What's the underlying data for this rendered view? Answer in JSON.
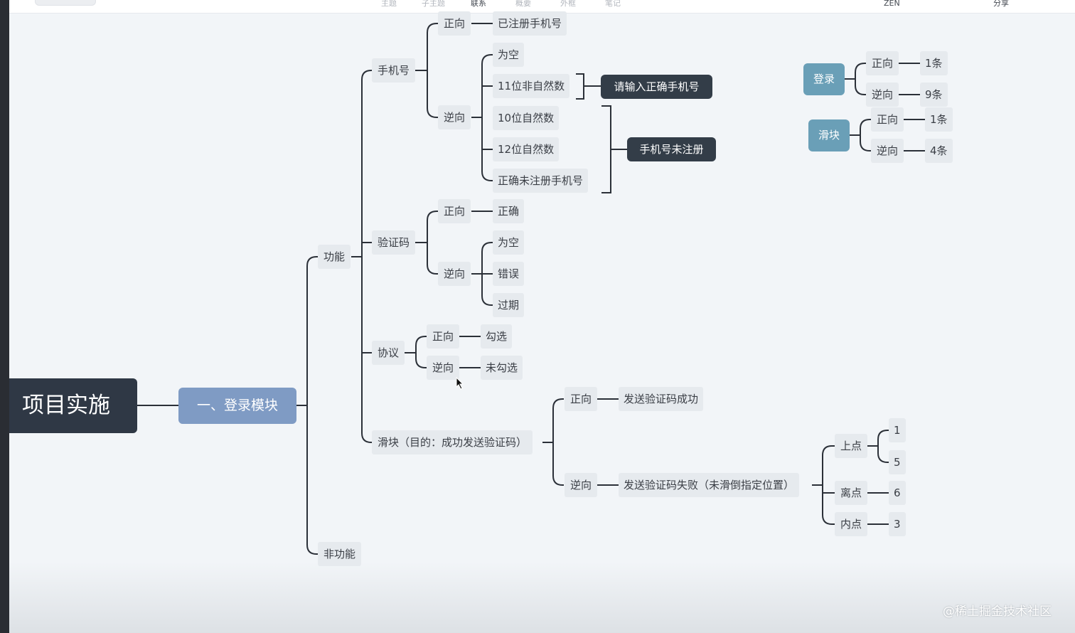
{
  "toolbar": {
    "items": [
      "主题",
      "子主题",
      "联系",
      "概要",
      "外框",
      "笔记"
    ],
    "zen": "ZEN",
    "share": "分享"
  },
  "mindmap": {
    "root": "项目实施",
    "main": "一、登录模块",
    "func": "功能",
    "nonfunc": "非功能",
    "phone": {
      "label": "手机号",
      "pos": "正向",
      "pos_leaf": "已注册手机号",
      "neg": "逆向",
      "neg_leaves": [
        "为空",
        "11位非自然数",
        "10位自然数",
        "12位自然数",
        "正确未注册手机号"
      ],
      "msg1": "请输入正确手机号",
      "msg2": "手机号未注册"
    },
    "code": {
      "label": "验证码",
      "pos": "正向",
      "pos_leaf": "正确",
      "neg": "逆向",
      "neg_leaves": [
        "为空",
        "错误",
        "过期"
      ]
    },
    "agree": {
      "label": "协议",
      "pos": "正向",
      "pos_leaf": "勾选",
      "neg": "逆向",
      "neg_leaf": "未勾选"
    },
    "slider": {
      "label": "滑块（目的：成功发送验证码）",
      "pos": "正向",
      "pos_leaf": "发送验证码成功",
      "neg": "逆向",
      "neg_leaf": "发送验证码失败（未滑倒指定位置）",
      "up": "上点",
      "up_values": [
        "1",
        "5"
      ],
      "left": "离点",
      "left_value": "6",
      "in": "内点",
      "in_value": "3"
    }
  },
  "summary": {
    "login": {
      "label": "登录",
      "pos": "正向",
      "pos_count": "1条",
      "neg": "逆向",
      "neg_count": "9条"
    },
    "slider": {
      "label": "滑块",
      "pos": "正向",
      "pos_count": "1条",
      "neg": "逆向",
      "neg_count": "4条"
    }
  },
  "watermark": "@稀土掘金技术社区",
  "colors": {
    "root": "#2f3845",
    "main": "#7f9bc4",
    "dark": "#333d48",
    "teal": "#6a9fb7",
    "line": "#2b3038"
  }
}
